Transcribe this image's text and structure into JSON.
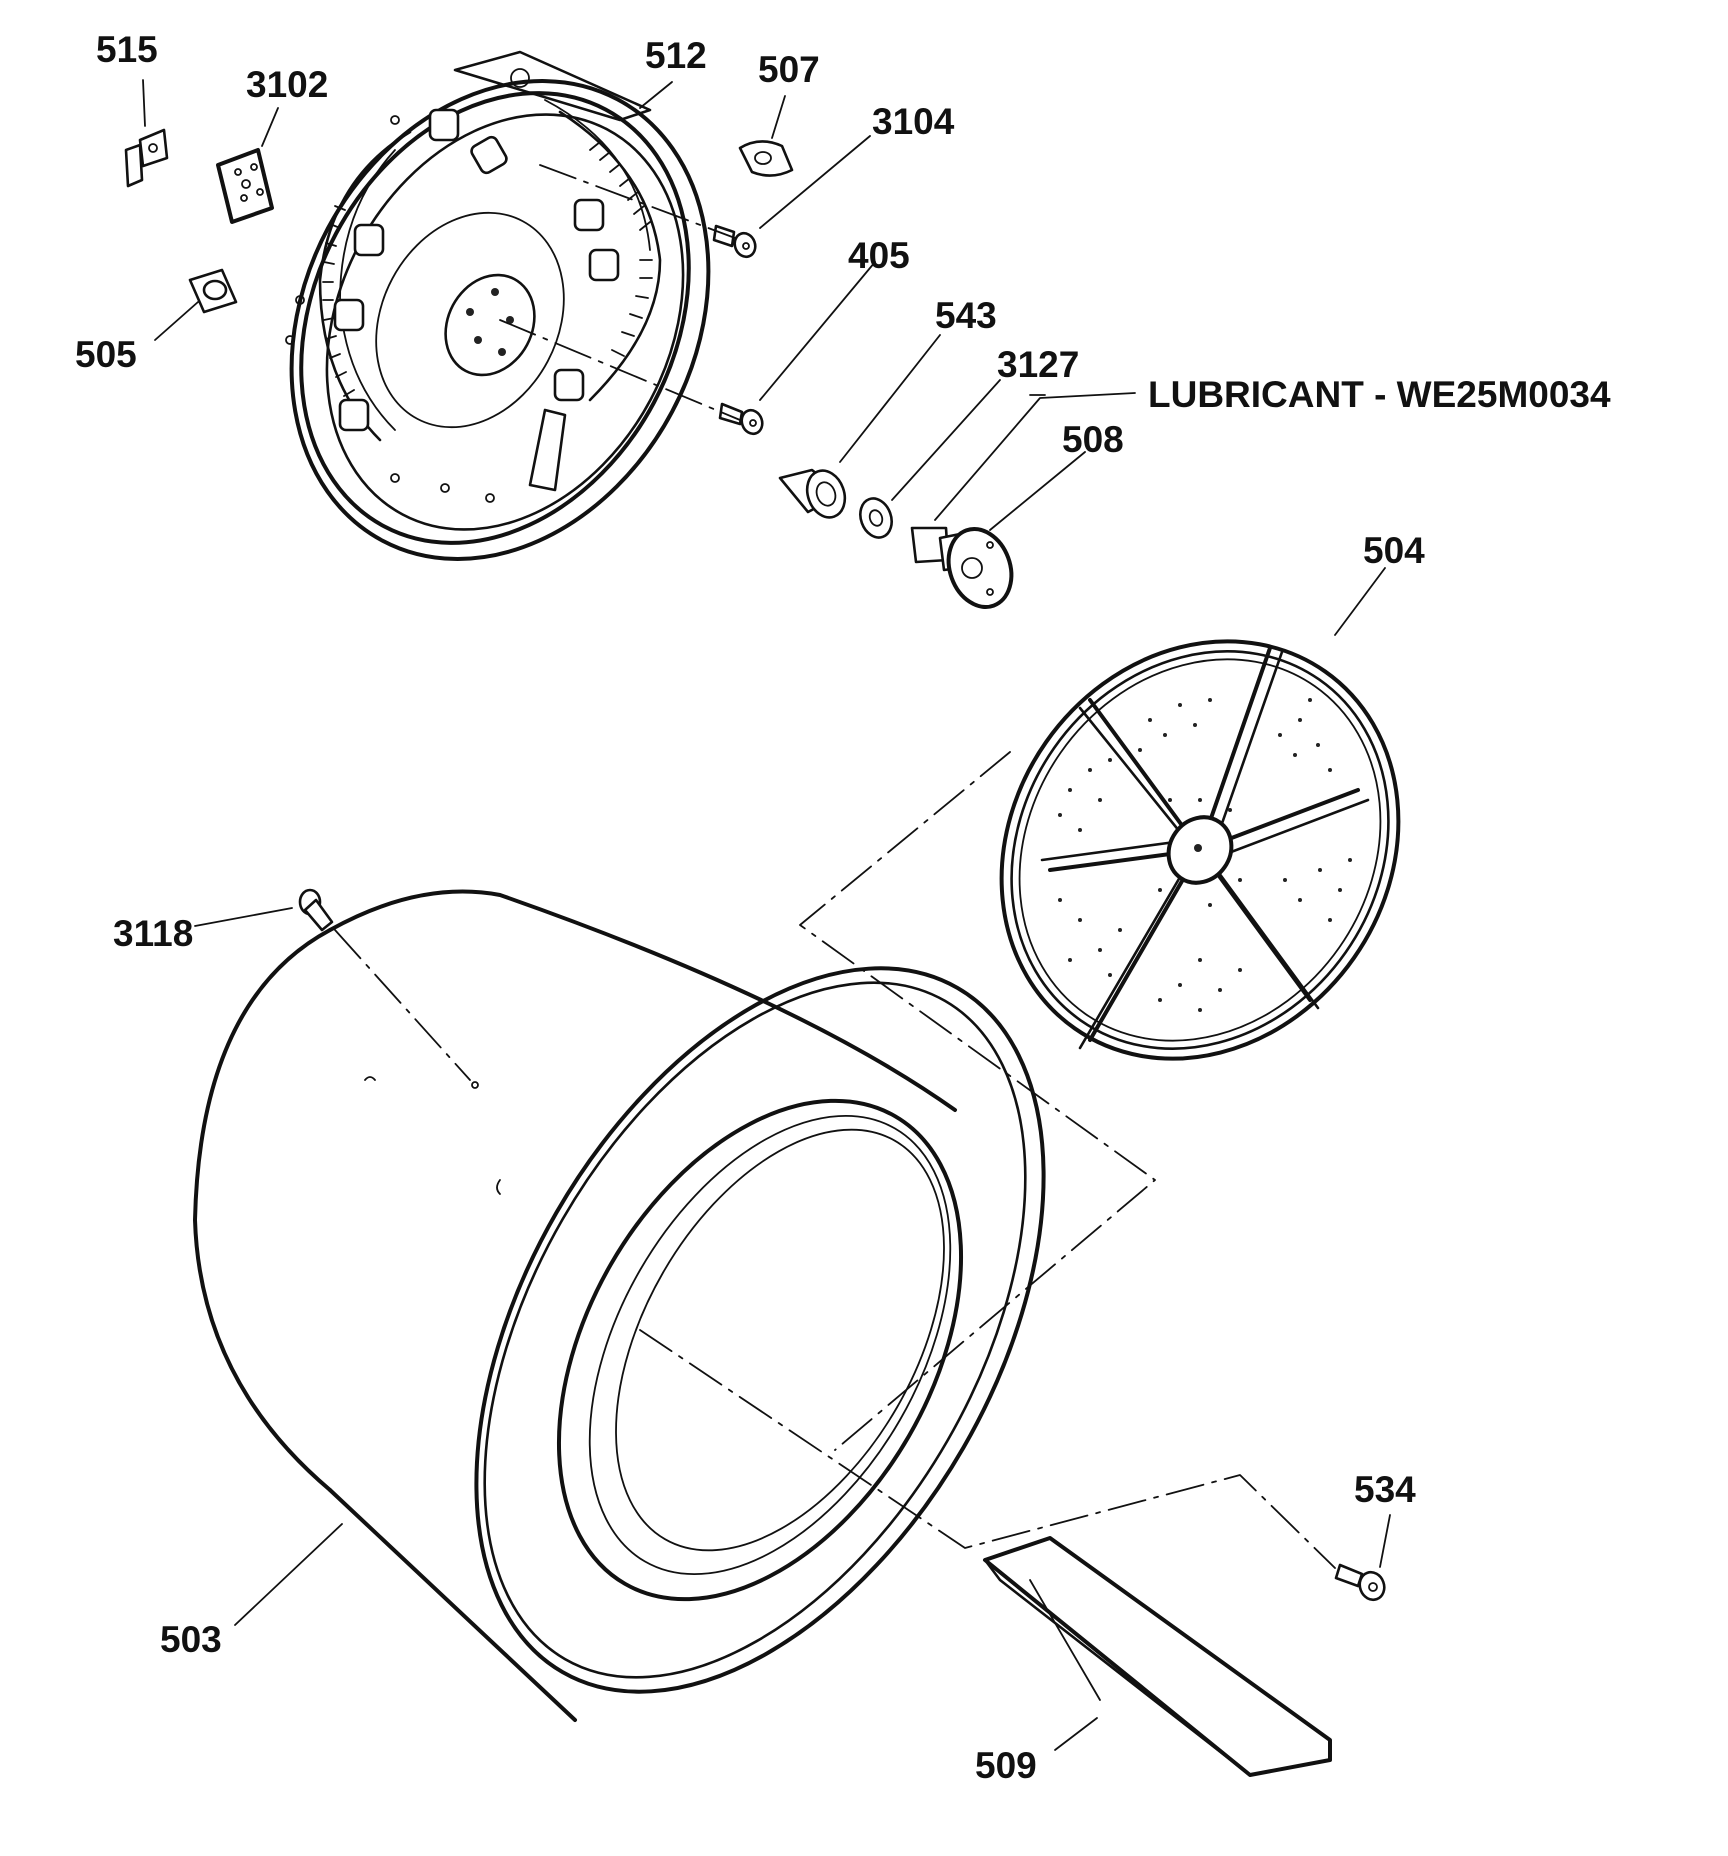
{
  "diagram": {
    "labels": {
      "p515": "515",
      "p3102": "3102",
      "p512": "512",
      "p507": "507",
      "p3104": "3104",
      "p505": "505",
      "p405": "405",
      "p543": "543",
      "p3127": "3127",
      "p508": "508",
      "p504": "504",
      "p3118": "3118",
      "p503": "503",
      "p534": "534",
      "p509": "509"
    },
    "note": "LUBRICANT - WE25M0034"
  }
}
